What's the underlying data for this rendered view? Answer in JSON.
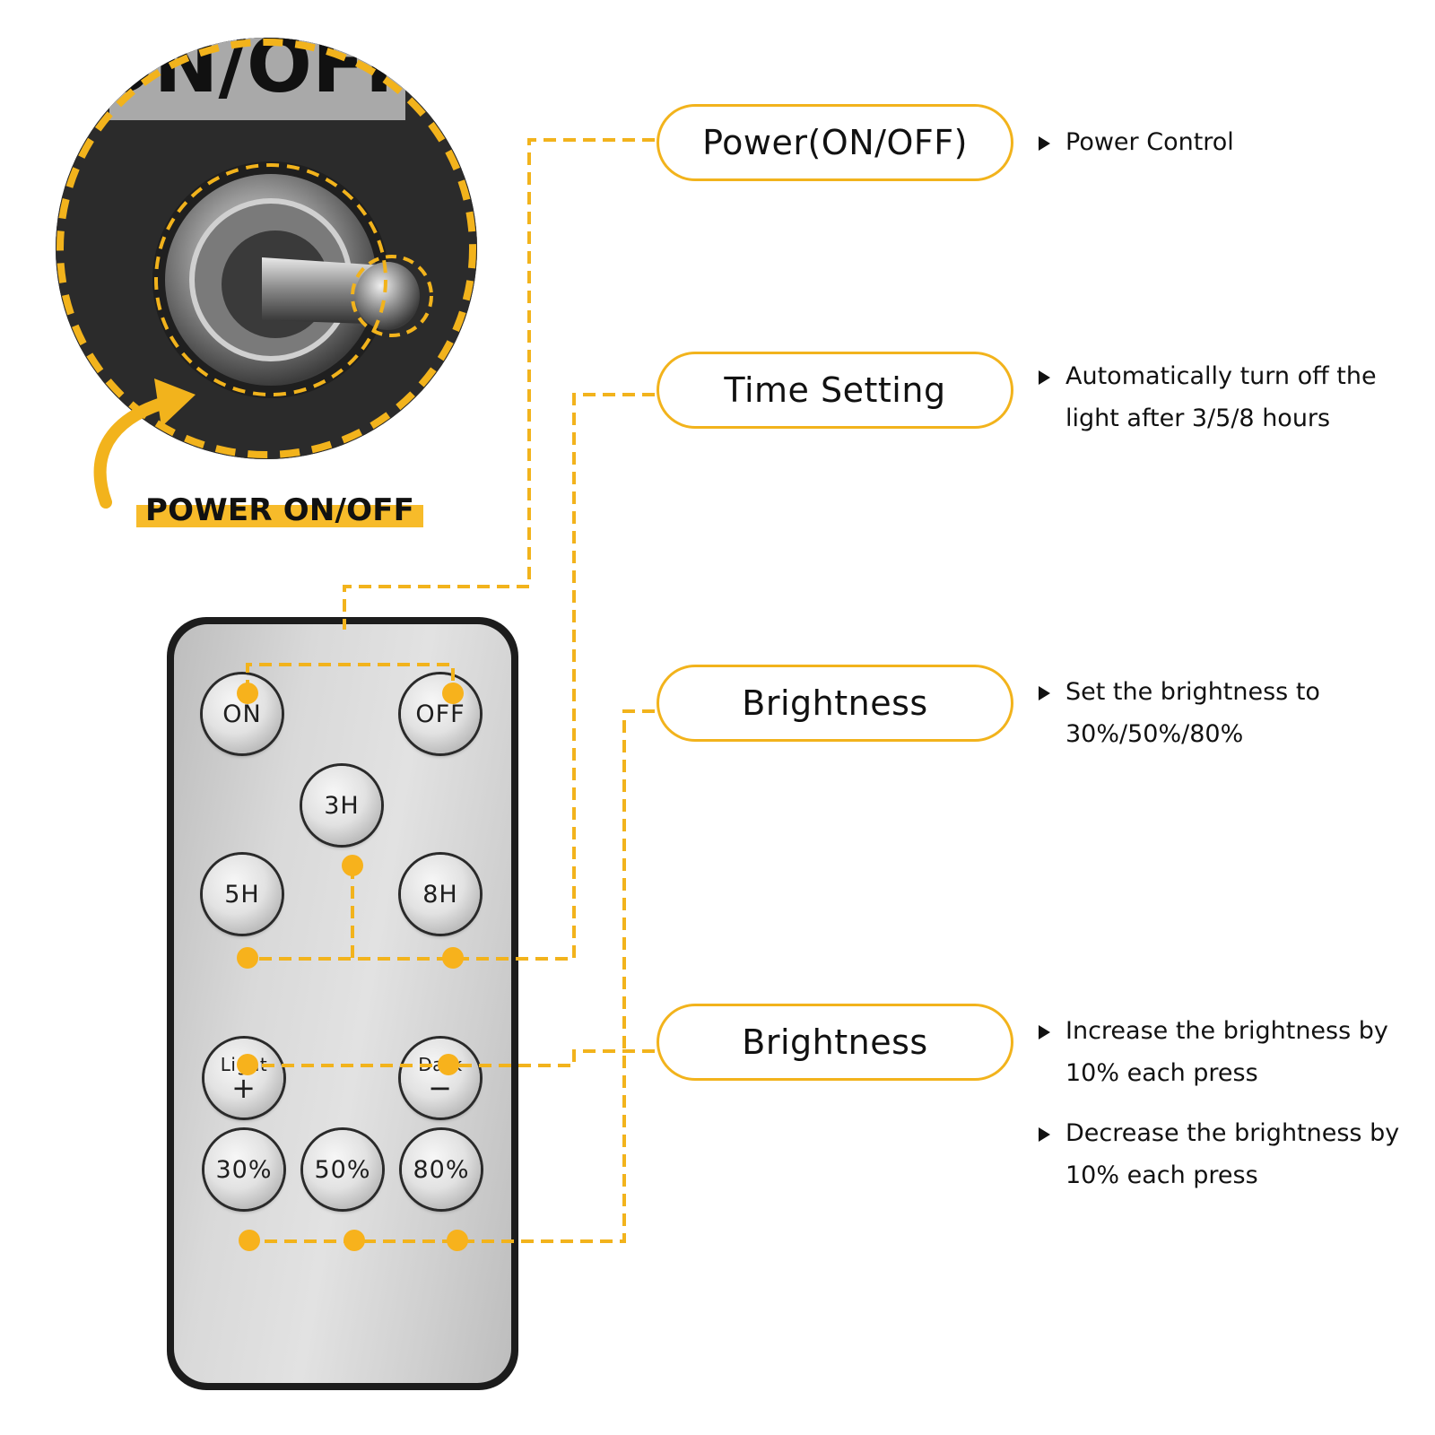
{
  "switch": {
    "top_text": "ON/OFF",
    "label": "POWER ON/OFF"
  },
  "remote": {
    "buttons": {
      "on": "ON",
      "off": "OFF",
      "h3": "3H",
      "h5": "5H",
      "h8": "8H",
      "light": "Light",
      "light_sign": "+",
      "dark": "Dark",
      "dark_sign": "−",
      "p30": "30%",
      "p50": "50%",
      "p80": "80%"
    }
  },
  "callouts": [
    {
      "title": "Power(ON/OFF)",
      "bullets": [
        "Power Control"
      ]
    },
    {
      "title": "Time Setting",
      "bullets": [
        "Automatically turn off the light after 3/5/8 hours"
      ]
    },
    {
      "title": "Brightness",
      "bullets": [
        "Set the brightness to 30%/50%/80%"
      ]
    },
    {
      "title": "Brightness",
      "bullets": [
        "Increase the brightness by 10% each press",
        "Decrease the brightness by 10% each press"
      ]
    }
  ],
  "colors": {
    "accent": "#f2b31c",
    "text": "#111111",
    "remote_body": "#1c1c1c"
  }
}
